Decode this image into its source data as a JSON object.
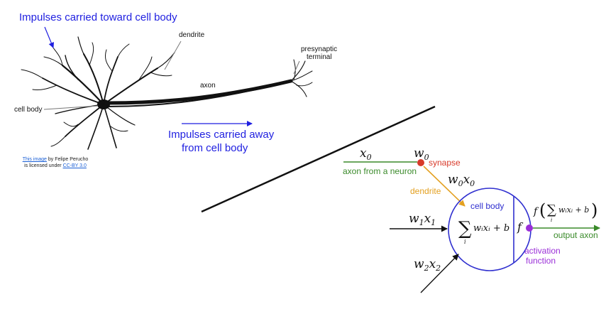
{
  "biological": {
    "impulses_toward": "Impulses carried toward cell body",
    "dendrite": "dendrite",
    "presynaptic_line1": "presynaptic",
    "presynaptic_line2": "terminal",
    "axon": "axon",
    "cell_body": "cell body",
    "impulses_away_line1": "Impulses carried away",
    "impulses_away_line2": "from cell body"
  },
  "credit": {
    "link1": "This image",
    "by": " by Felipe Perucho",
    "licensed": "is licensed under ",
    "link2": "CC-BY 3.0"
  },
  "model": {
    "x0": "x",
    "x0_sub": "0",
    "w0": "w",
    "w0_sub": "0",
    "synapse": "synapse",
    "axon_from_neuron": "axon from a neuron",
    "w0x0_w": "w",
    "w0x0_wsub": "0",
    "w0x0_x": "x",
    "w0x0_xsub": "0",
    "dendrite": "dendrite",
    "cell_body": "cell body",
    "w1x1_w": "w",
    "w1x1_wsub": "1",
    "w1x1_x": "x",
    "w1x1_xsub": "1",
    "sum_symbol": "∑",
    "sum_index": "i",
    "sum_expr": "wᵢxᵢ + b",
    "f": "f",
    "f_out_prefix": "f",
    "f_out_sum": "∑",
    "f_out_index": "i",
    "f_out_expr": "wᵢxᵢ + b",
    "output_axon": "output axon",
    "activation_line1": "activation",
    "activation_line2": "function",
    "w2x2_w": "w",
    "w2x2_wsub": "2",
    "w2x2_x": "x",
    "w2x2_xsub": "2"
  },
  "colors": {
    "blue_text": "#1f1fe0",
    "green": "#3a8a2a",
    "orange": "#e3a020",
    "red": "#d83a2a",
    "purple": "#9a2fd8",
    "circle": "#2f2fcf"
  }
}
